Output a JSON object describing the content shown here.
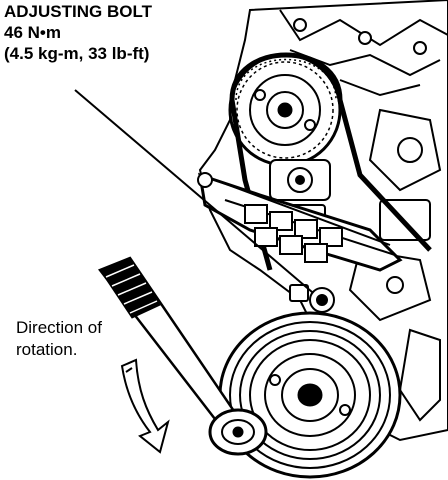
{
  "callout": {
    "line1": "ADJUSTING BOLT",
    "line2": "46 N•m",
    "line3": "(4.5 kg-m, 33 lb-ft)"
  },
  "rotation": {
    "line1": "Direction of",
    "line2": "rotation."
  },
  "colors": {
    "ink": "#000000",
    "paper": "#ffffff"
  },
  "icons": [
    "rotation-direction-arrow-icon",
    "wrench-icon",
    "crankshaft-pulley-icon",
    "timing-belt-icon"
  ]
}
